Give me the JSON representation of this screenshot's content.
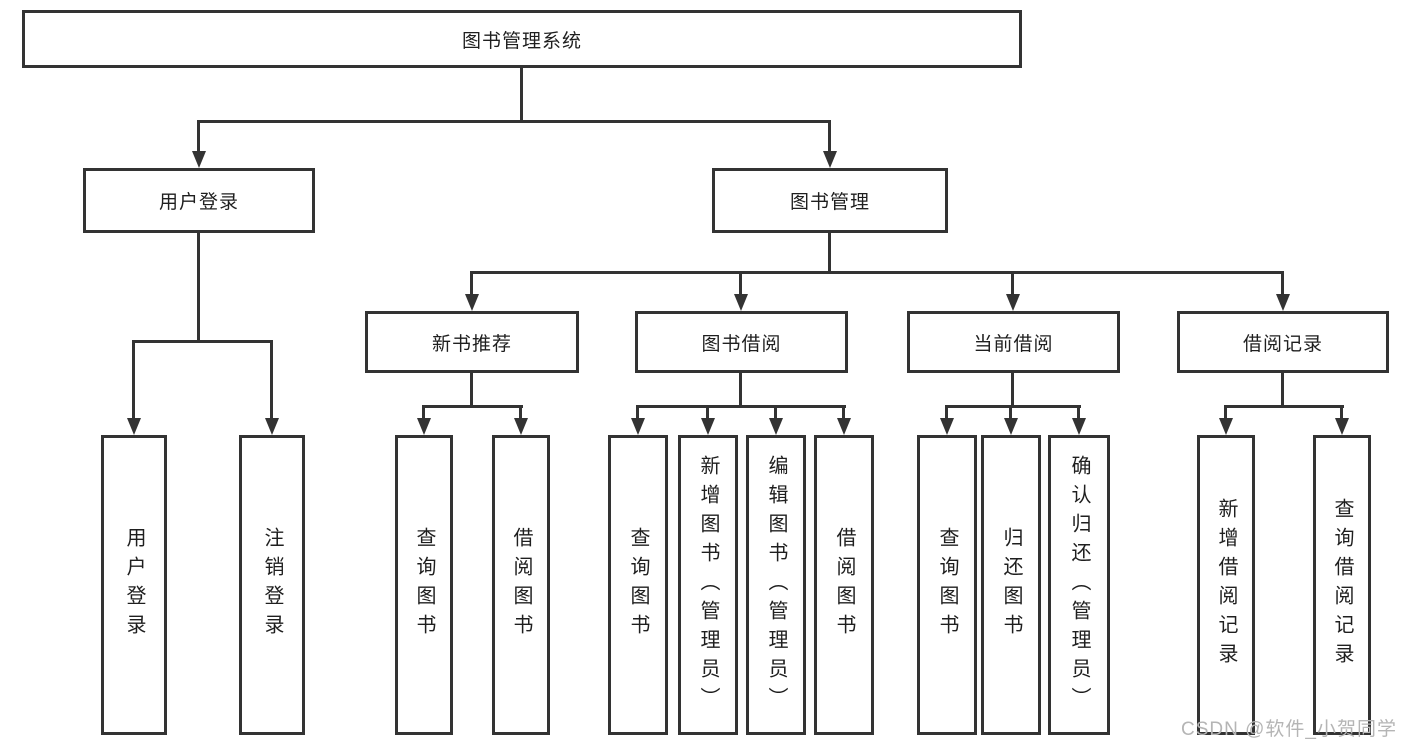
{
  "nodes": {
    "root": "图书管理系统",
    "level2": [
      "用户登录",
      "图书管理"
    ],
    "level3": [
      "新书推荐",
      "图书借阅",
      "当前借阅",
      "借阅记录"
    ],
    "leaves": {
      "user_login": [
        "用户登录",
        "注销登录"
      ],
      "new_book_recommendation": [
        "查询图书",
        "借阅图书"
      ],
      "book_borrowing": [
        "查询图书",
        "新增图书（管理员）",
        "编辑图书（管理员）",
        "借阅图书"
      ],
      "current_borrowing": [
        "查询图书",
        "归还图书",
        "确认归还（管理员）"
      ],
      "borrowing_records": [
        "新增借阅记录",
        "查询借阅记录"
      ]
    }
  },
  "watermark": "CSDN @软件_小贺同学",
  "colors": {
    "line": "#333333",
    "text": "#1f1f1f",
    "watermark": "#b5b5b5",
    "background": "#ffffff"
  }
}
